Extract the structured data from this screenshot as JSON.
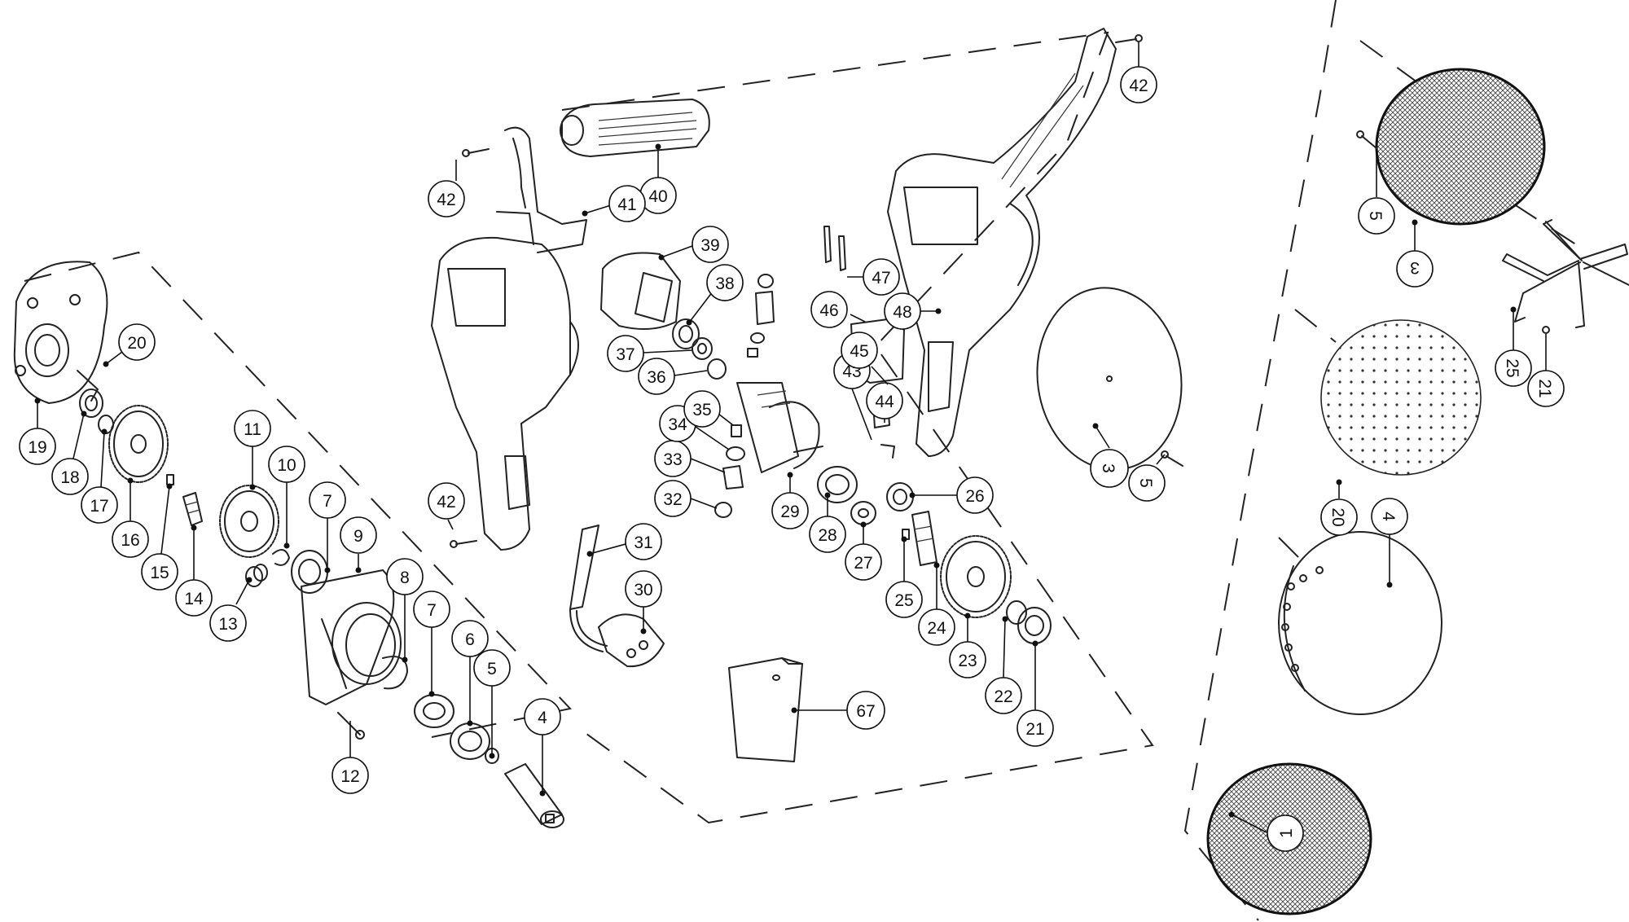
{
  "labels": {
    "l1": "1",
    "l3a": "3",
    "l3b": "3",
    "l4a": "4",
    "l4b": "4",
    "l5a": "5",
    "l5b": "5",
    "l5c": "5",
    "l6": "6",
    "l7a": "7",
    "l7b": "7",
    "l8": "8",
    "l9": "9",
    "l10": "10",
    "l11": "11",
    "l12": "12",
    "l13": "13",
    "l14": "14",
    "l15": "15",
    "l16": "16",
    "l17": "17",
    "l18": "18",
    "l19": "19",
    "l20a": "20",
    "l20b": "20",
    "l21a": "21",
    "l21b": "21",
    "l22": "22",
    "l23": "23",
    "l24": "24",
    "l25a": "25",
    "l25b": "25",
    "l26": "26",
    "l27": "27",
    "l28": "28",
    "l29": "29",
    "l30": "30",
    "l31": "31",
    "l32": "32",
    "l33": "33",
    "l34": "34",
    "l35": "35",
    "l36": "36",
    "l37": "37",
    "l38": "38",
    "l39": "39",
    "l40": "40",
    "l41": "41",
    "l42a": "42",
    "l42b": "42",
    "l42c": "42",
    "l43": "43",
    "l44": "44",
    "l45": "45",
    "l46": "46",
    "l47": "47",
    "l48": "48",
    "l67": "67"
  }
}
